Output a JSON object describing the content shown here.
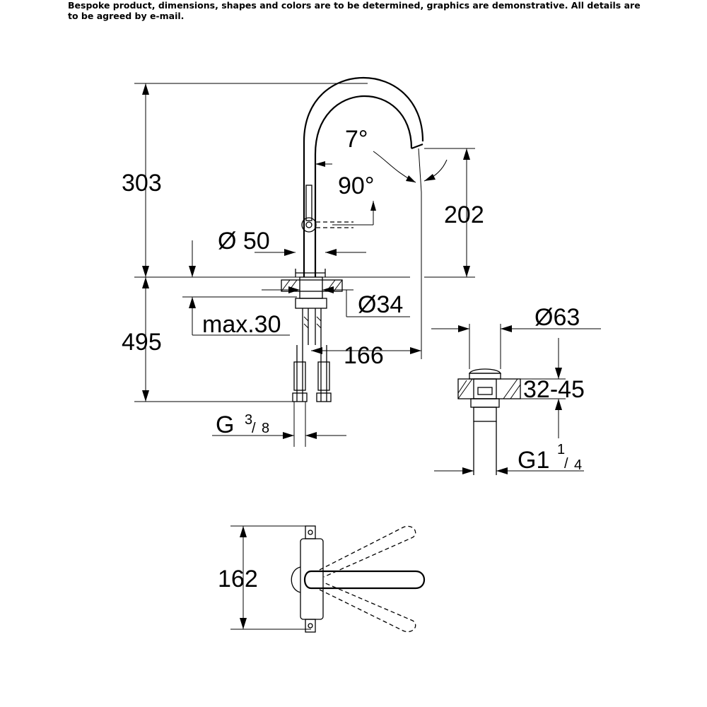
{
  "disclaimer": "Bespoke product, dimensions, shapes and colors are to be determined, graphics are demonstrative. All details are to be agreed by e-mail.",
  "front_view": {
    "height_above_deck": "303",
    "depth_below_deck": "495",
    "spout_height": "202",
    "spout_reach": "166",
    "base_diameter": "Ø 50",
    "hole_diameter": "Ø34",
    "max_deck_thickness": "max.30",
    "spout_angle": "7°",
    "lever_angle": "90°",
    "connection_thread_main": "G",
    "connection_thread_num": "3",
    "connection_thread_den": "8"
  },
  "waste_view": {
    "waste_diameter": "Ø63",
    "basin_thickness": "32-45",
    "outlet_thread_main": "G1",
    "outlet_thread_num": "1",
    "outlet_thread_den": "4"
  },
  "top_view": {
    "lever_swing_width": "162"
  }
}
